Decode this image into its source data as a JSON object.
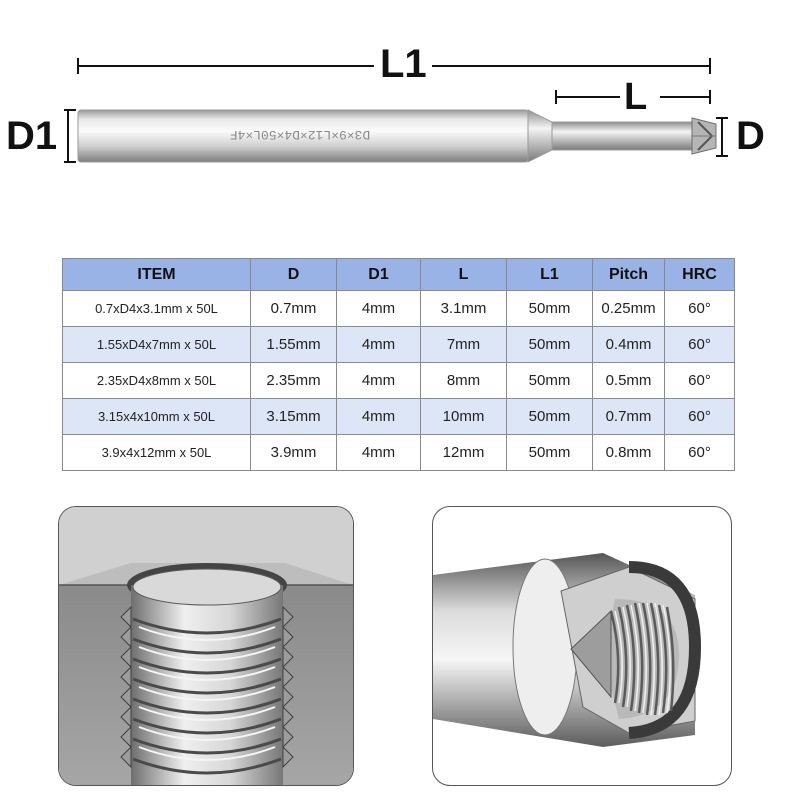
{
  "diagram": {
    "labels": {
      "l1": "L1",
      "l": "L",
      "d1": "D1",
      "d": "D"
    },
    "shank_engraving": "D3×9×L12×D4×50L×4F",
    "colors": {
      "shank_light": "#f2f2f2",
      "shank_mid": "#c9c9c9",
      "shank_dark": "#8c8c8c",
      "dimension_line": "#111111"
    }
  },
  "table": {
    "headers": [
      "ITEM",
      "D",
      "D1",
      "L",
      "L1",
      "Pitch",
      "HRC"
    ],
    "rows": [
      [
        "0.7xD4x3.1mm x 50L",
        "0.7mm",
        "4mm",
        "3.1mm",
        "50mm",
        "0.25mm",
        "60°"
      ],
      [
        "1.55xD4x7mm x 50L",
        "1.55mm",
        "4mm",
        "7mm",
        "50mm",
        "0.4mm",
        "60°"
      ],
      [
        "2.35xD4x8mm x 50L",
        "2.35mm",
        "4mm",
        "8mm",
        "50mm",
        "0.5mm",
        "60°"
      ],
      [
        "3.15x4x10mm x 50L",
        "3.15mm",
        "4mm",
        "10mm",
        "50mm",
        "0.7mm",
        "60°"
      ],
      [
        "3.9x4x12mm x 50L",
        "3.9mm",
        "4mm",
        "12mm",
        "50mm",
        "0.8mm",
        "60°"
      ]
    ],
    "colors": {
      "header_bg": "#9ab3e6",
      "alt_row_bg": "#dce6f7",
      "border": "#8a8a8a"
    }
  },
  "panels": {
    "thread_section": {
      "icon": "internal-thread-cross-section-illustration"
    },
    "cutter_section": {
      "icon": "thread-mill-cutaway-illustration"
    }
  }
}
